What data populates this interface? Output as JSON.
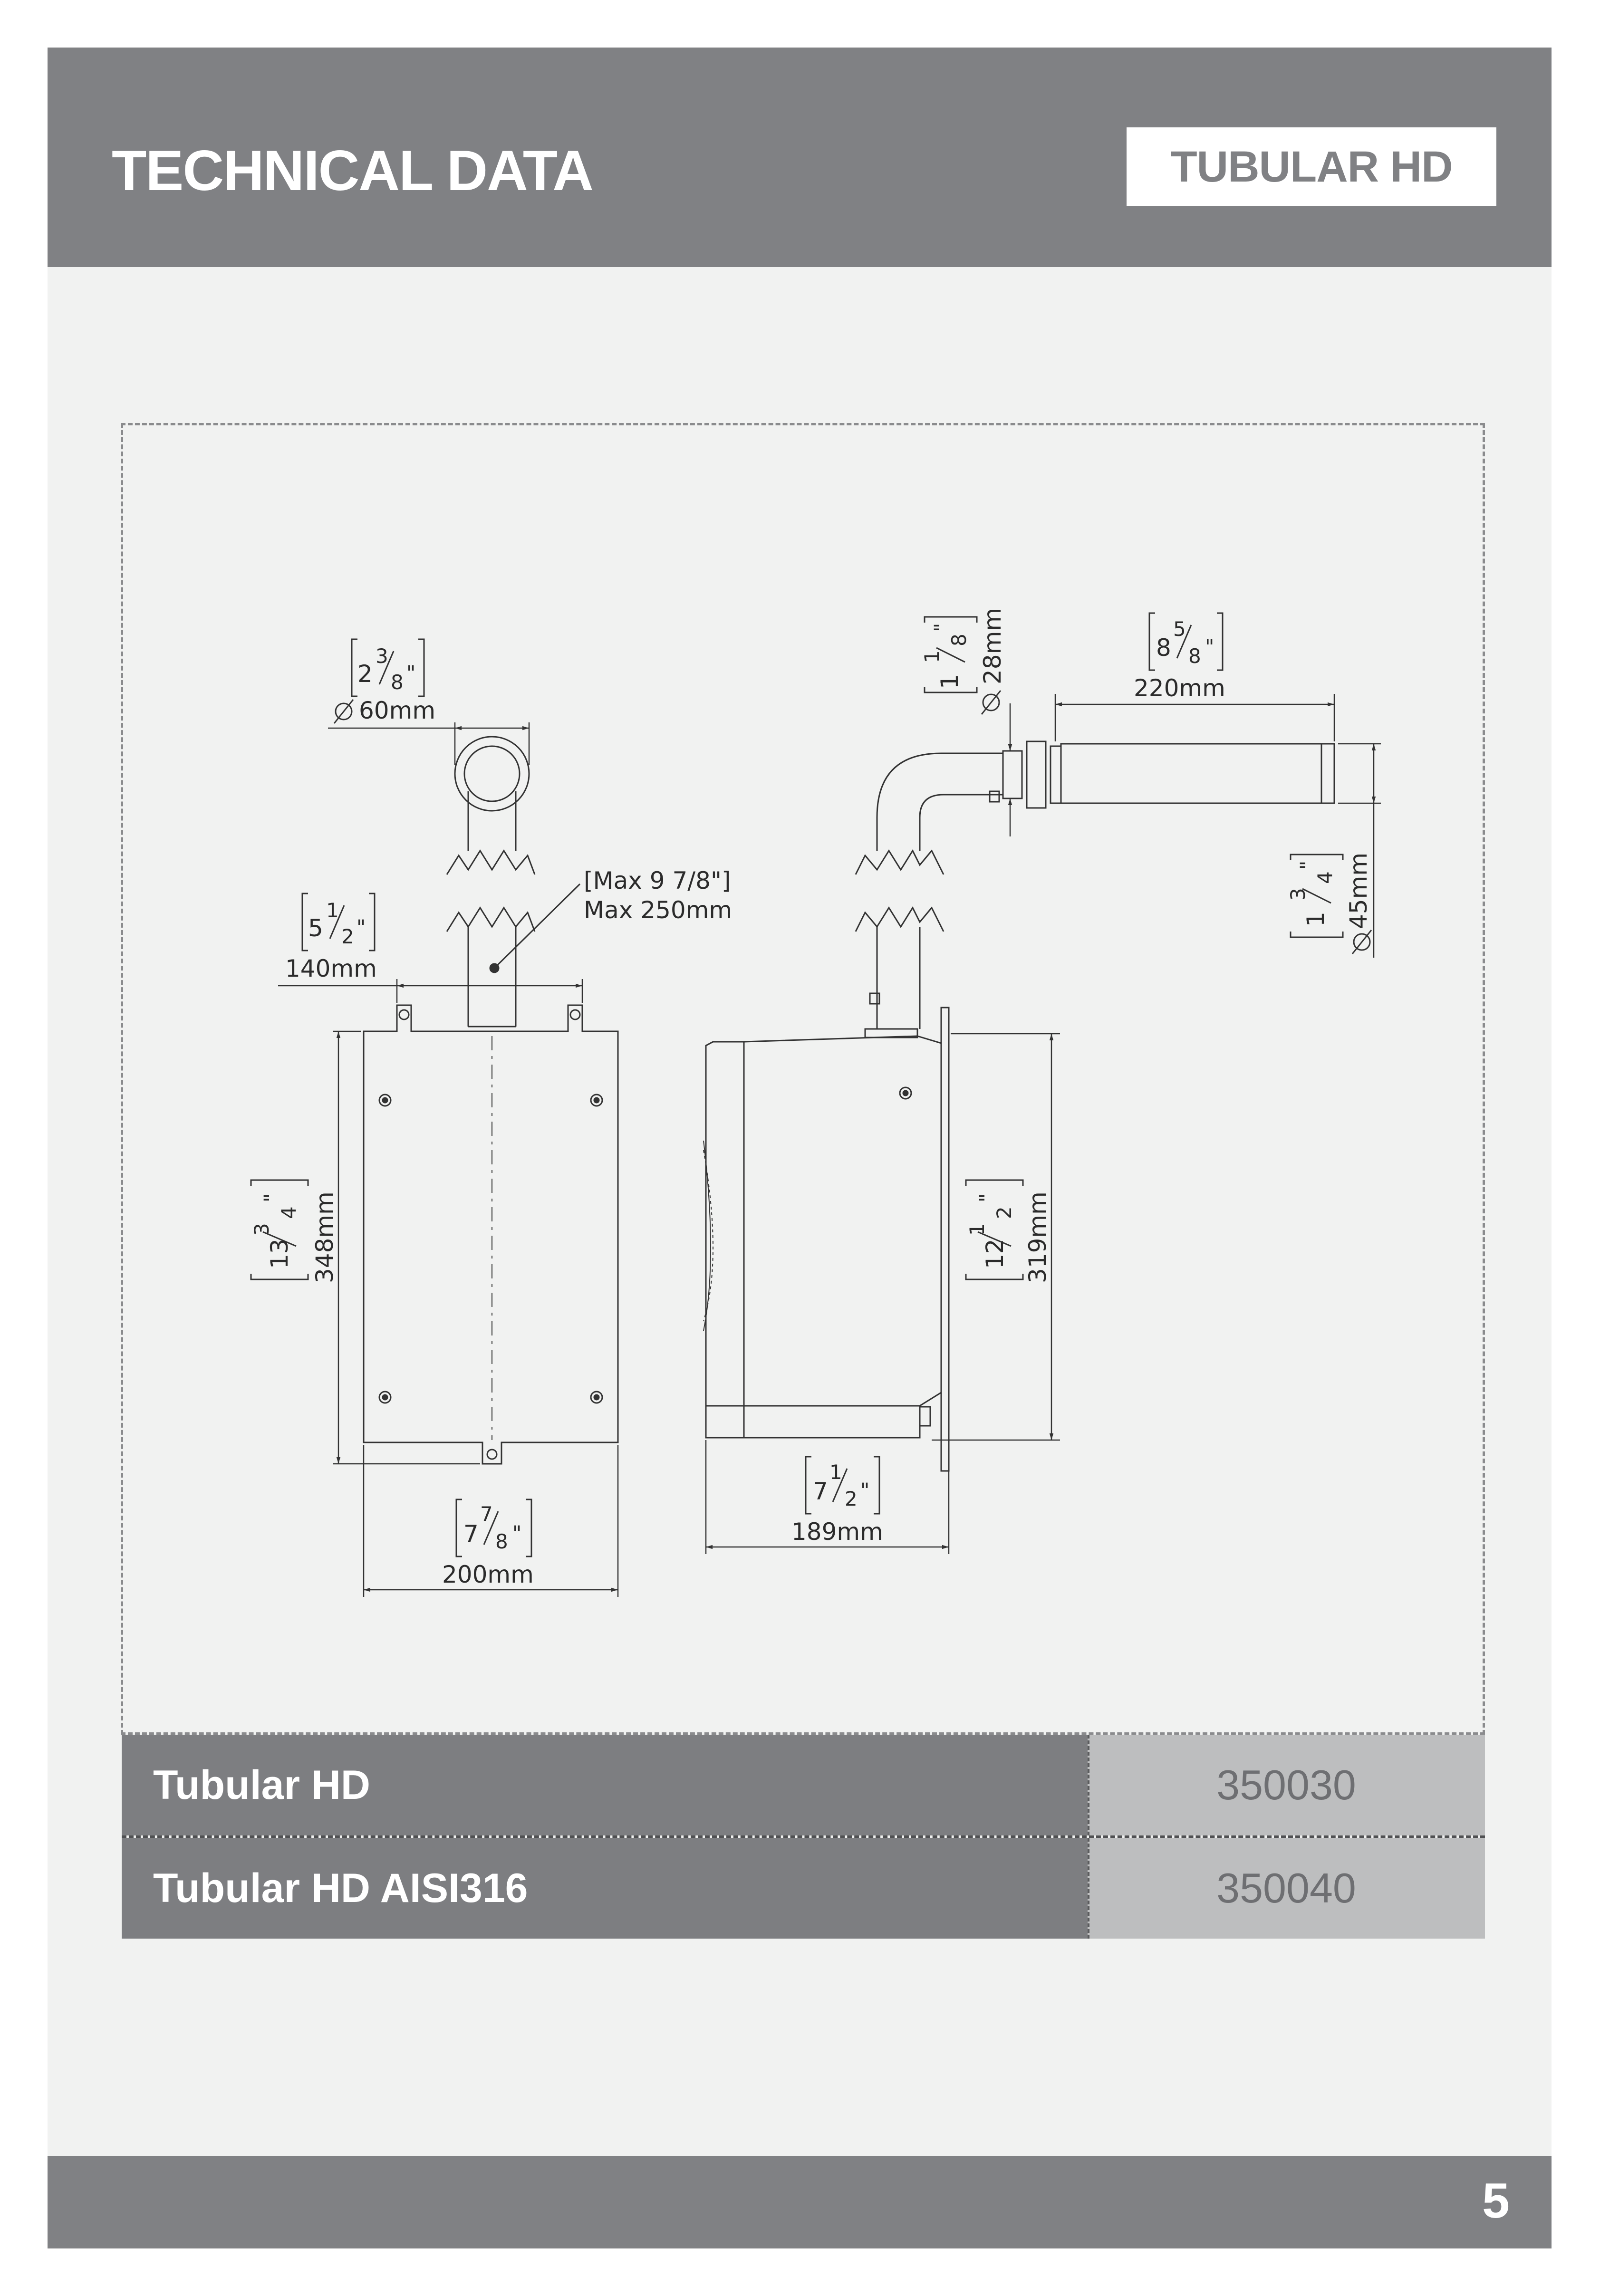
{
  "header": {
    "title": "TECHNICAL DATA",
    "tag": "TUBULAR HD"
  },
  "drawing": {
    "pipe_dia_frac": {
      "whole": "2",
      "num": "3",
      "den": "8",
      "inch": "\""
    },
    "pipe_dia_mm": "60mm",
    "spacing_frac": {
      "whole": "5",
      "num": "1",
      "den": "2",
      "inch": "\""
    },
    "spacing_mm": "140mm",
    "max_length_in": "[Max 9 7/8\"]",
    "max_length_mm": "Max 250mm",
    "height_frac": {
      "whole": "13",
      "num": "3",
      "den": "4",
      "inch": "\""
    },
    "height_mm": "348mm",
    "width_frac": {
      "whole": "7",
      "num": "7",
      "den": "8",
      "inch": "\""
    },
    "width_mm": "200mm",
    "side_height_frac": {
      "whole": "12",
      "num": "1",
      "den": "2",
      "inch": "\""
    },
    "side_height_mm": "319mm",
    "depth_frac": {
      "whole": "7",
      "num": "1",
      "den": "2",
      "inch": "\""
    },
    "depth_mm": "189mm",
    "nozzle_dia_frac": {
      "whole": "1",
      "num": "1",
      "den": "8",
      "inch": "\""
    },
    "nozzle_dia_mm": "28mm",
    "nozzle_len_frac": {
      "whole": "8",
      "num": "5",
      "den": "8",
      "inch": "\""
    },
    "nozzle_len_mm": "220mm",
    "nozzle_od_frac": {
      "whole": "1",
      "num": "3",
      "den": "4",
      "inch": "\""
    },
    "nozzle_od_mm": "45mm"
  },
  "products": [
    {
      "name": "Tubular HD",
      "code": "350030"
    },
    {
      "name": "Tubular HD AISI316",
      "code": "350040"
    }
  ],
  "footer": {
    "page": "5"
  }
}
